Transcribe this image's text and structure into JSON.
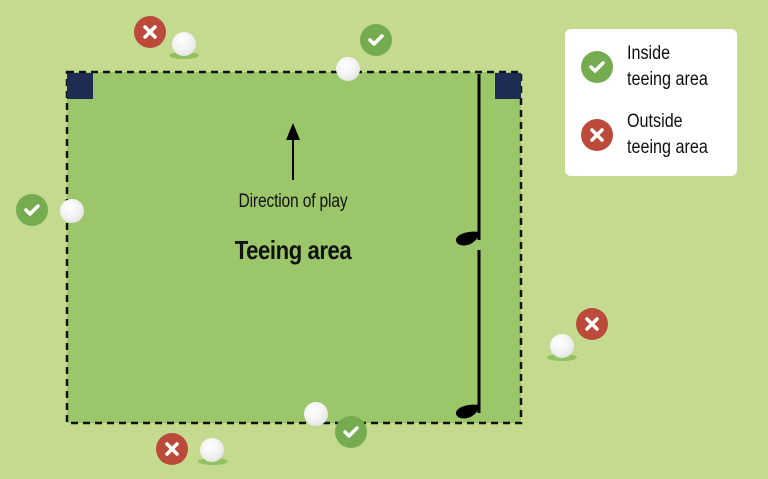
{
  "diagram": {
    "title": "Teeing area",
    "direction_label": "Direction of play",
    "colors": {
      "background": "#c4da8e",
      "teeing_area": "#9cc66a",
      "tee_marker": "#1e2b52",
      "inside_badge": "#74ac4f",
      "outside_badge": "#bb4a3a",
      "ball_shadow": "#92c25f"
    },
    "tee_markers": [
      {
        "position": "top-left"
      },
      {
        "position": "top-right"
      }
    ],
    "club_length_indicators": 2,
    "balls": [
      {
        "position": "top-left-outside",
        "status": "outside"
      },
      {
        "position": "top-edge",
        "status": "inside"
      },
      {
        "position": "left-edge",
        "status": "inside"
      },
      {
        "position": "right-outside",
        "status": "outside"
      },
      {
        "position": "bottom-edge",
        "status": "inside"
      },
      {
        "position": "bottom-left-outside",
        "status": "outside"
      }
    ]
  },
  "legend": {
    "inside": {
      "icon": "check-icon",
      "label": "Inside\nteeing area"
    },
    "outside": {
      "icon": "x-icon",
      "label": "Outside\nteeing area"
    }
  }
}
